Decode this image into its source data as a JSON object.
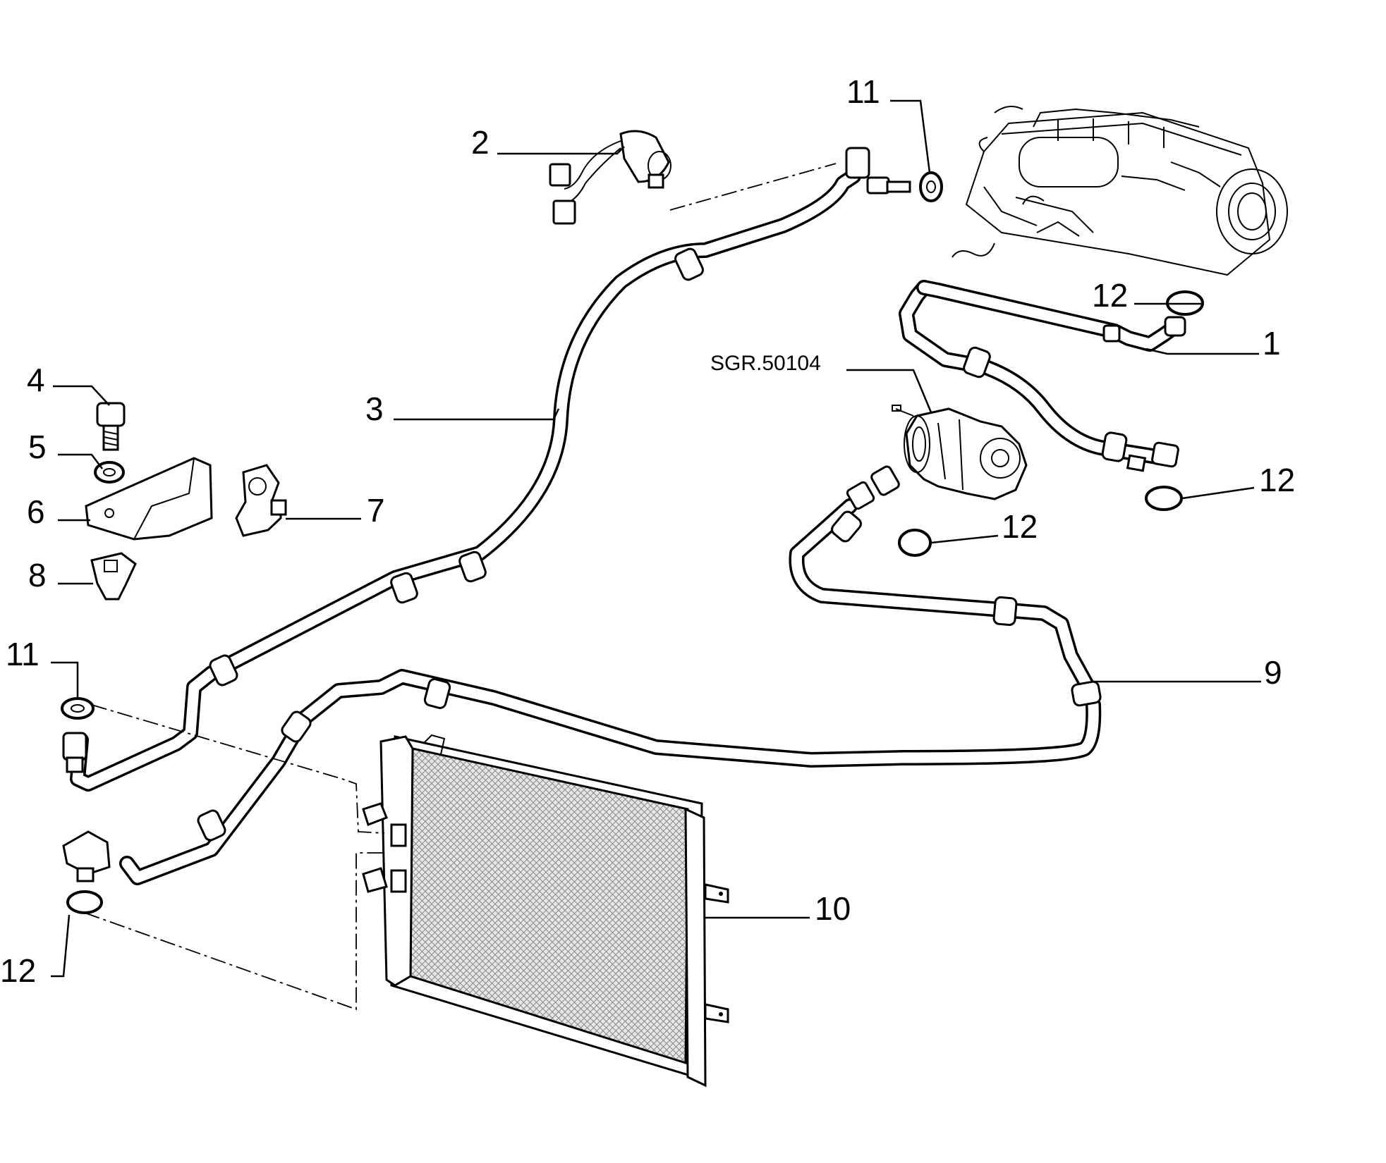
{
  "diagram": {
    "reference_code": "SGR.50104",
    "callouts": {
      "c1": "1",
      "c2": "2",
      "c3": "3",
      "c4": "4",
      "c5": "5",
      "c6": "6",
      "c7": "7",
      "c8": "8",
      "c9": "9",
      "c10": "10",
      "c11_top": "11",
      "c11_left": "11",
      "c12_top": "12",
      "c12_right": "12",
      "c12_mid": "12",
      "c12_bottom": "12"
    }
  }
}
